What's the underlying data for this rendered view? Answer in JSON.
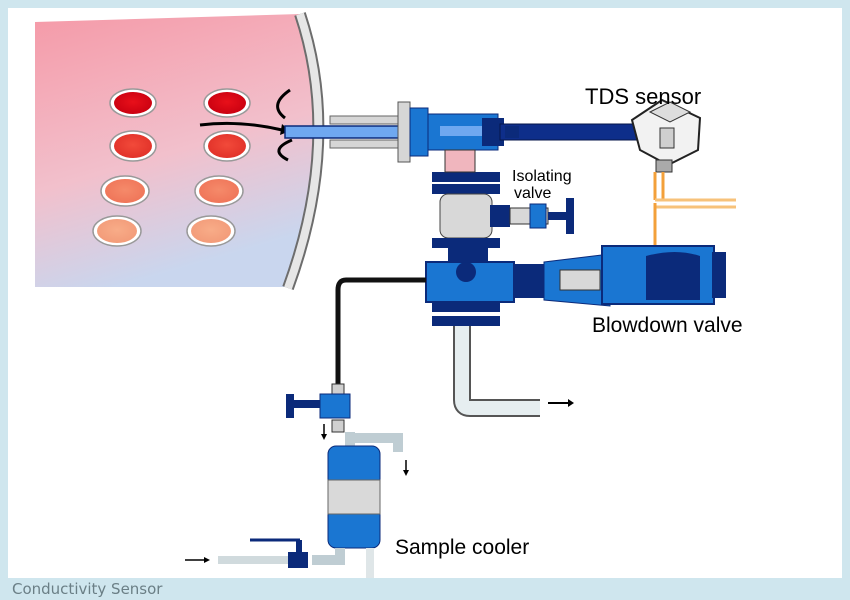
{
  "labels": {
    "tds_sensor": "TDS sensor",
    "isolating_line1": "Isolating",
    "isolating_line2": "valve",
    "blowdown_valve": "Blowdown valve",
    "sample_cooler": "Sample cooler"
  },
  "caption": "Conductivity Sensor",
  "colors": {
    "valve_blue": "#1a76d2",
    "valve_dark": "#0b2a7a",
    "pipe_grey": "#d9e2e6",
    "signal_orange": "#f3a03a",
    "boiler_red": "#f0a0b0"
  }
}
